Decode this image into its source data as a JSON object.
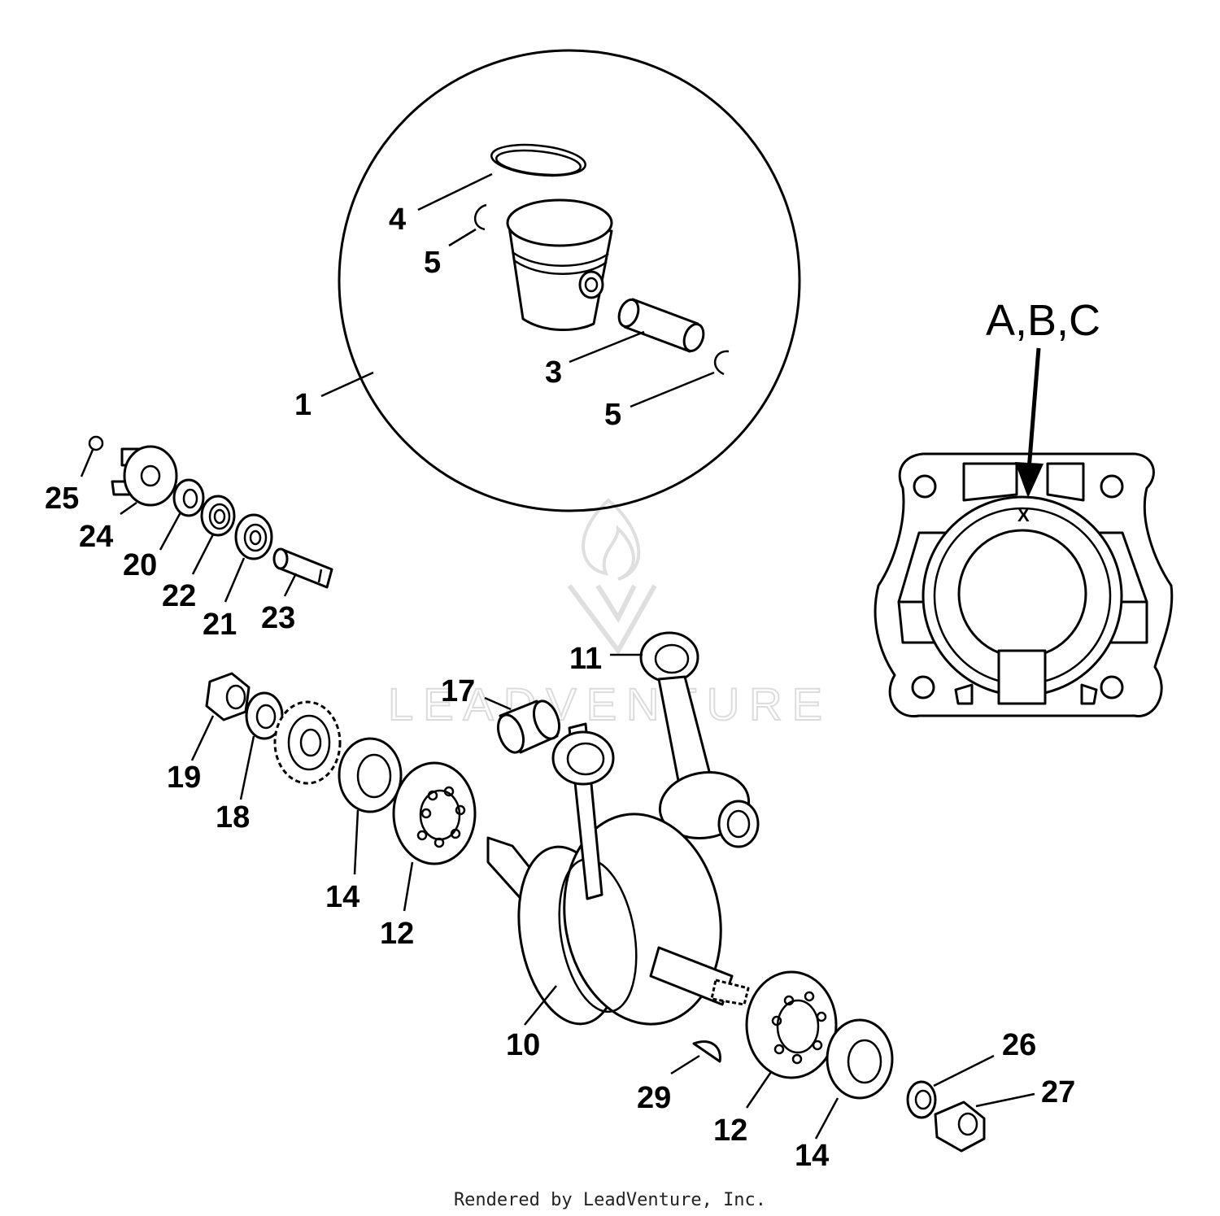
{
  "callouts": {
    "c1": "1",
    "c3": "3",
    "c4": "4",
    "c5a": "5",
    "c5b": "5",
    "c10": "10",
    "c11": "11",
    "c12a": "12",
    "c12b": "12",
    "c14a": "14",
    "c14b": "14",
    "c17": "17",
    "c18": "18",
    "c19": "19",
    "c20": "20",
    "c21": "21",
    "c22": "22",
    "c23": "23",
    "c24": "24",
    "c25": "25",
    "c26": "26",
    "c27": "27",
    "c29": "29"
  },
  "cylinder_base": {
    "note_label": "A,B,C",
    "mark": "X"
  },
  "watermark": {
    "text": "LEADVENTURE",
    "logo_icon": "flame-logo-icon"
  },
  "footer": {
    "credit": "Rendered by LeadVenture, Inc."
  }
}
